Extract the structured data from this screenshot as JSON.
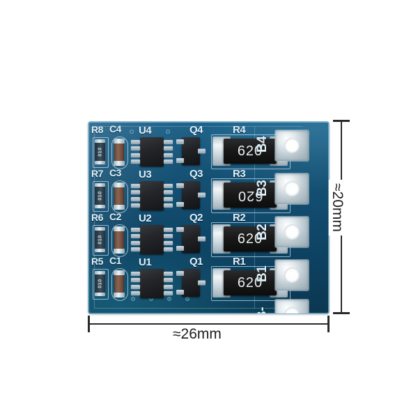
{
  "scene": {
    "subject": "pcb-board-photo",
    "background_color": "#ffffff",
    "board_color": "#11506f"
  },
  "dimensions": {
    "width_label": "≈26mm",
    "height_label": "≈20mm"
  },
  "board": {
    "rows": [
      {
        "resistor_small": "R8",
        "resistor_small_marking": "010",
        "capacitor": "C4",
        "ic": "U4",
        "transistor": "Q4",
        "resistor_power": "R4",
        "resistor_power_value": "620",
        "resistor_power_flipped": false,
        "terminal": "B4"
      },
      {
        "resistor_small": "R7",
        "resistor_small_marking": "010",
        "capacitor": "C3",
        "ic": "U3",
        "transistor": "Q3",
        "resistor_power": "R3",
        "resistor_power_value": "620",
        "resistor_power_flipped": true,
        "terminal": "B3"
      },
      {
        "resistor_small": "R6",
        "resistor_small_marking": "010",
        "capacitor": "C2",
        "ic": "U2",
        "transistor": "Q2",
        "resistor_power": "R2",
        "resistor_power_value": "620",
        "resistor_power_flipped": false,
        "terminal": "B2"
      },
      {
        "resistor_small": "R5",
        "resistor_small_marking": "010",
        "capacitor": "C1",
        "ic": "U1",
        "transistor": "Q1",
        "resistor_power": "R1",
        "resistor_power_value": "620",
        "resistor_power_flipped": false,
        "terminal": "B1"
      }
    ],
    "extra_terminal": "B-"
  }
}
